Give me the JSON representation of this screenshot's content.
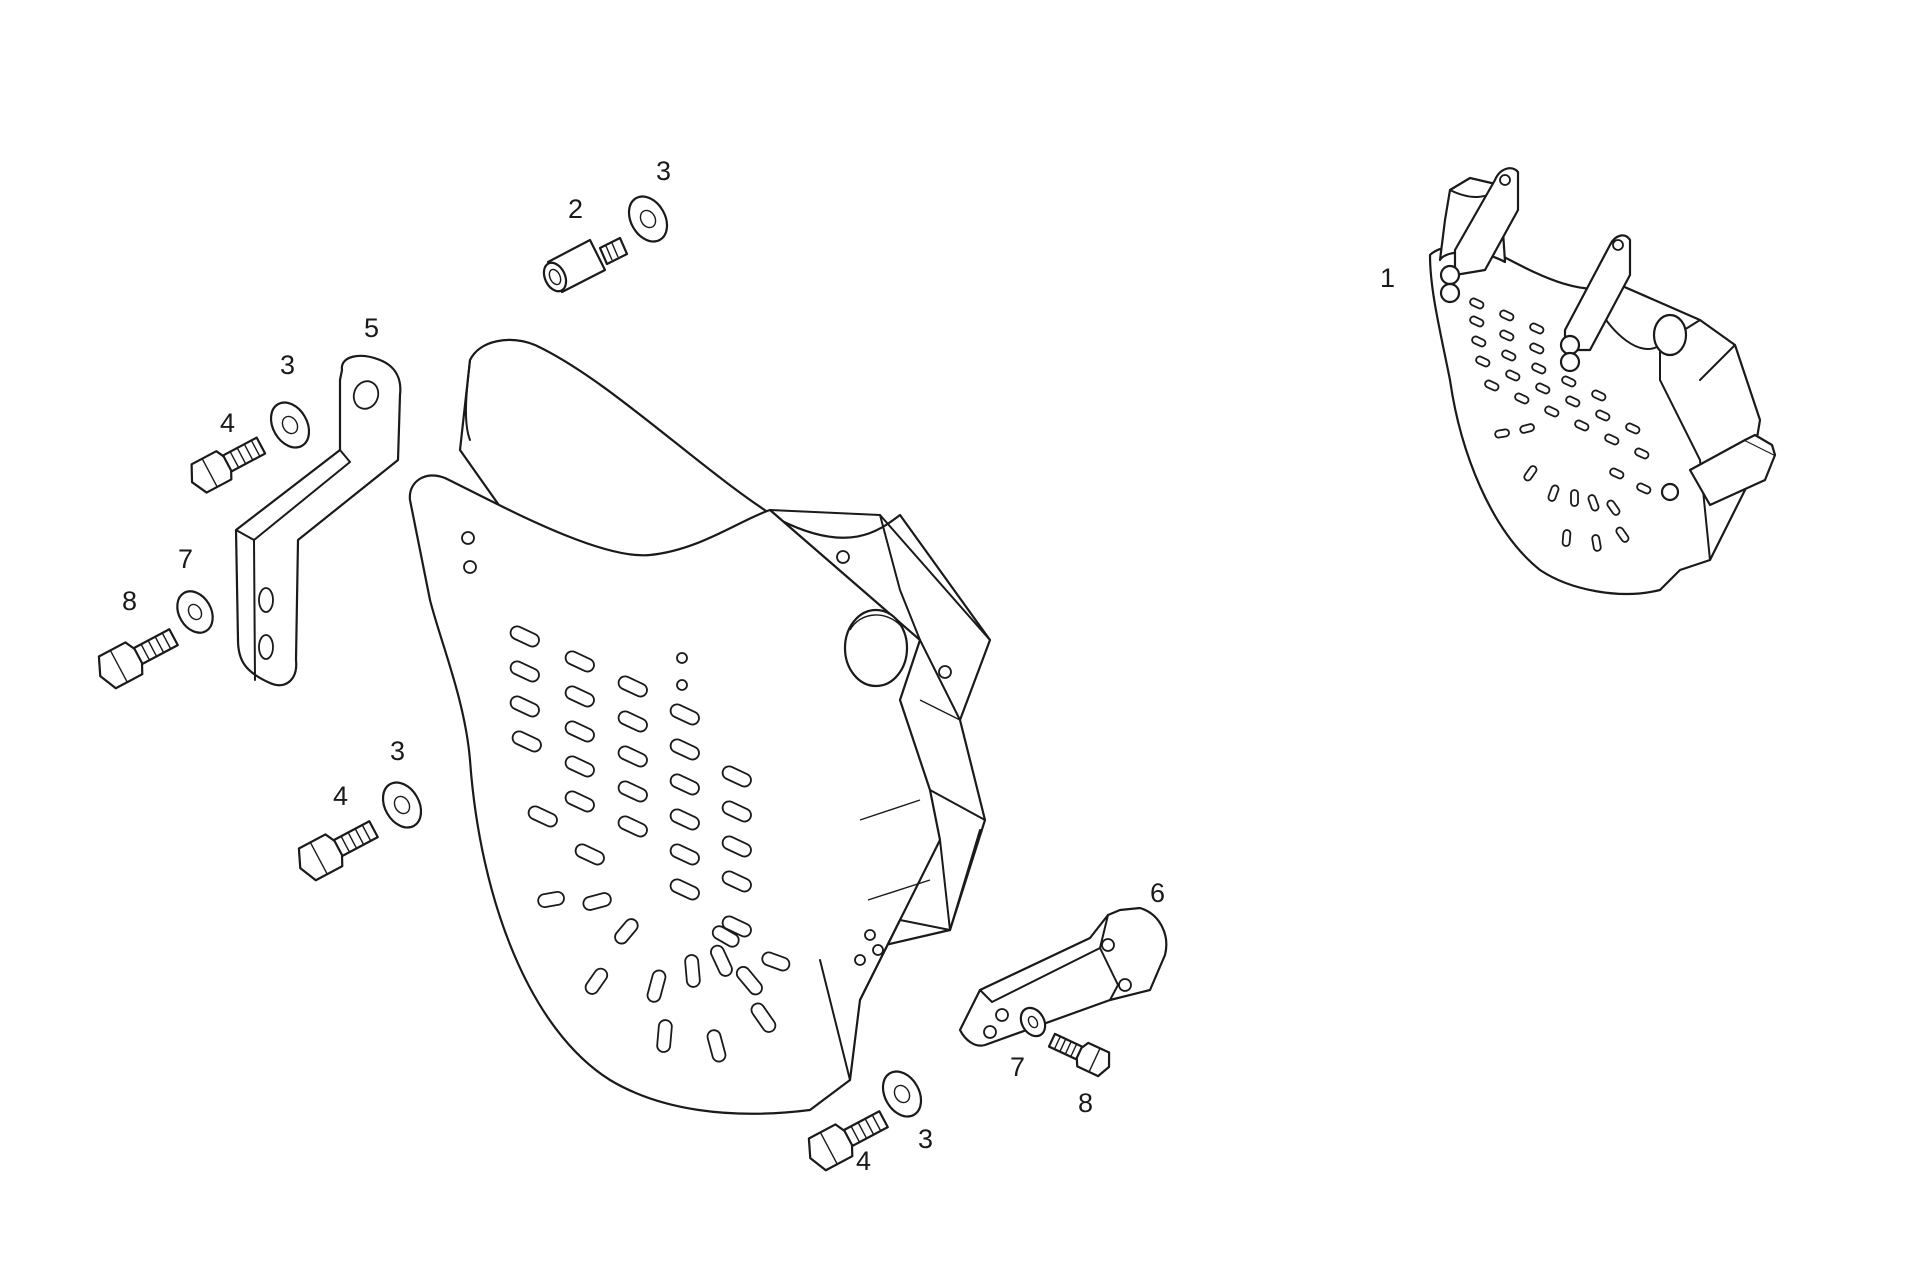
{
  "diagram": {
    "callouts": [
      {
        "id": "c1",
        "text": "1"
      },
      {
        "id": "c2",
        "text": "2"
      },
      {
        "id": "c3a",
        "text": "3"
      },
      {
        "id": "c5",
        "text": "5"
      },
      {
        "id": "c3b",
        "text": "3"
      },
      {
        "id": "c4a",
        "text": "4"
      },
      {
        "id": "c7a",
        "text": "7"
      },
      {
        "id": "c8a",
        "text": "8"
      },
      {
        "id": "c3c",
        "text": "3"
      },
      {
        "id": "c4b",
        "text": "4"
      },
      {
        "id": "c6",
        "text": "6"
      },
      {
        "id": "c7b",
        "text": "7"
      },
      {
        "id": "c8b",
        "text": "8"
      },
      {
        "id": "c3d",
        "text": "3"
      },
      {
        "id": "c4c",
        "text": "4"
      }
    ],
    "colors": {
      "line": "#1a1a1a",
      "paper": "#ffffff"
    },
    "icons": [
      "guard-cover",
      "spacer",
      "washer",
      "bolt",
      "bracket",
      "assembly-view"
    ]
  }
}
